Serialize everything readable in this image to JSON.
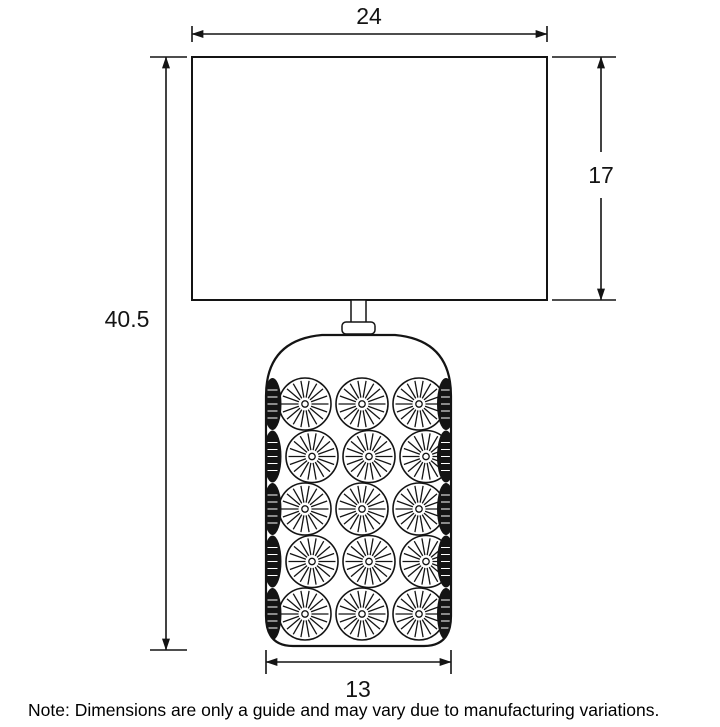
{
  "diagram": {
    "kind": "table-lamp-dimension-drawing",
    "dimensions": {
      "shade_width": "24",
      "shade_height": "17",
      "overall_height": "40.5",
      "base_width": "13"
    },
    "note": "Note: Dimensions are only a guide and may vary due to manufacturing variations.",
    "colors": {
      "line": "#141414",
      "background": "#ffffff",
      "pattern_fill": "#141414"
    },
    "lamp_pattern": {
      "rows": 5,
      "full_circles_per_row": 3,
      "spokes_per_circle": 18
    }
  }
}
